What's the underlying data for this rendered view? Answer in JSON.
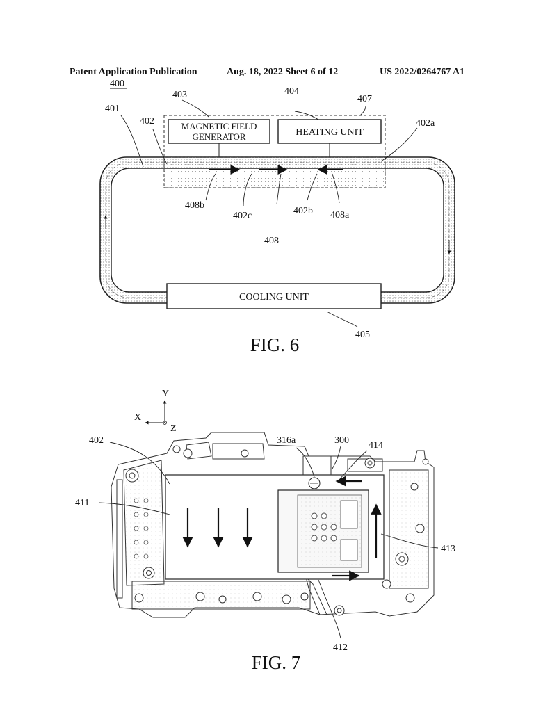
{
  "header": {
    "left": "Patent Application Publication",
    "middle": "Aug. 18, 2022  Sheet 6 of 12",
    "right": "US 2022/0264767 A1"
  },
  "fig6": {
    "caption": "FIG. 6",
    "ref_main": "400",
    "magnetic_field_generator": [
      "MAGNETIC FIELD",
      "GENERATOR"
    ],
    "heating_unit": "HEATING UNIT",
    "cooling_unit": "COOLING UNIT",
    "refs": {
      "r401": "401",
      "r402": "402",
      "r403": "403",
      "r404": "404",
      "r407": "407",
      "r402a": "402a",
      "r408b": "408b",
      "r402c": "402c",
      "r402b": "402b",
      "r408a": "408a",
      "r408": "408",
      "r405": "405"
    }
  },
  "fig7": {
    "caption": "FIG. 7",
    "axes": {
      "y": "Y",
      "x": "X",
      "z": "Z"
    },
    "refs": {
      "r402": "402",
      "r316a": "316a",
      "r300": "300",
      "r414": "414",
      "r411": "411",
      "r413": "413",
      "r412": "412"
    }
  }
}
